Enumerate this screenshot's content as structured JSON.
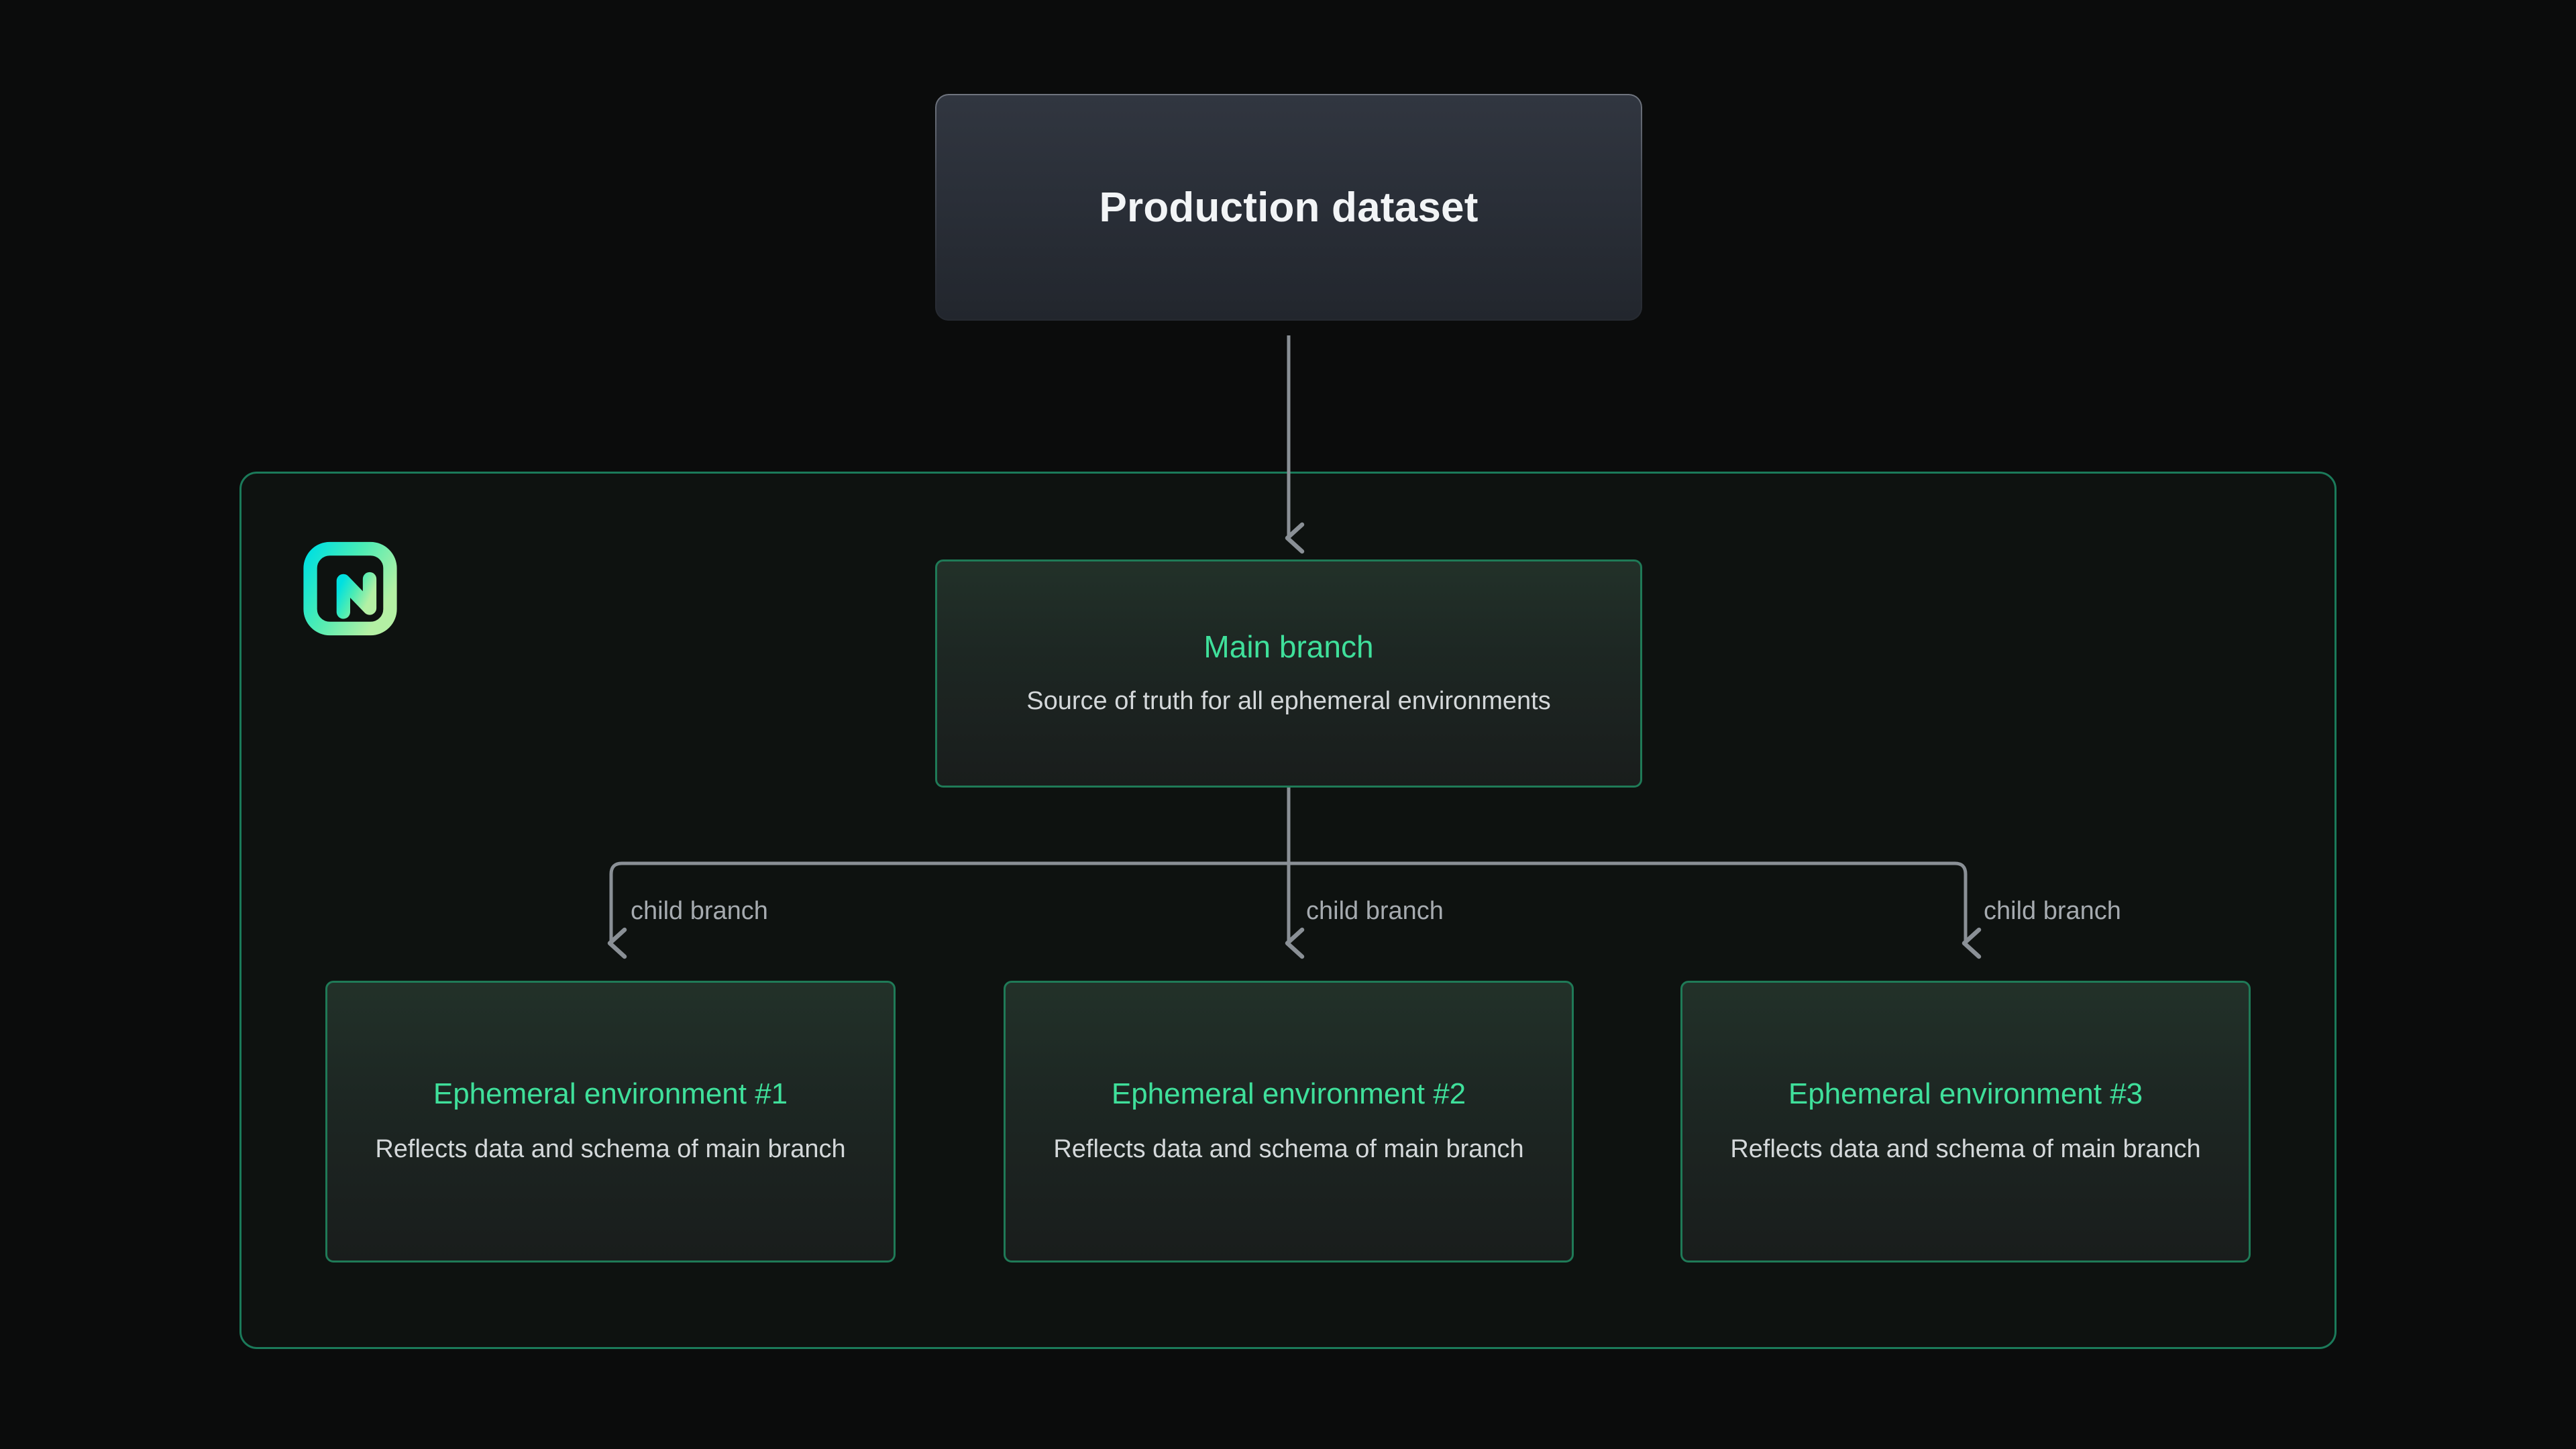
{
  "page": {
    "background_color": "#0b0c0c",
    "accent_green": "#3fe09b",
    "border_green": "#1f7a57",
    "connector_gray": "#8a9096"
  },
  "production": {
    "title": "Production dataset"
  },
  "container": {
    "logo_name": "neon-logo",
    "logo_gradient_from": "#00e0e0",
    "logo_gradient_to": "#b2f0a0"
  },
  "main_branch": {
    "title": "Main branch",
    "description": "Source of truth for all ephemeral environments"
  },
  "edges": {
    "production_to_main_label": "",
    "child_labels": [
      "child branch",
      "child branch",
      "child branch"
    ]
  },
  "ephemeral": [
    {
      "title": "Ephemeral environment #1",
      "description": "Reflects data and schema of main branch"
    },
    {
      "title": "Ephemeral environment #2",
      "description": "Reflects data and schema of main branch"
    },
    {
      "title": "Ephemeral environment #3",
      "description": "Reflects data and schema of main branch"
    }
  ]
}
